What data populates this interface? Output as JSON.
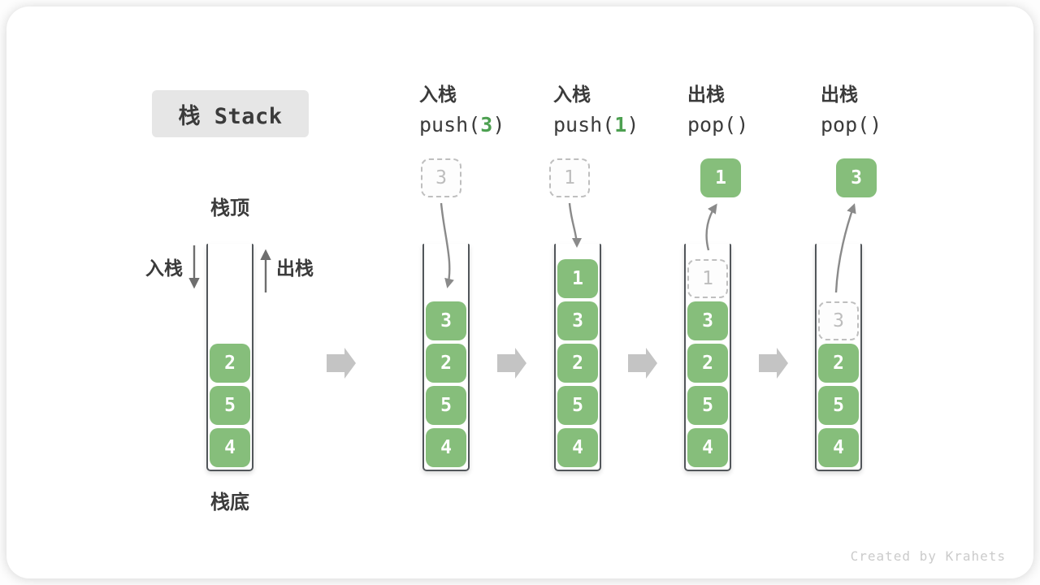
{
  "title": {
    "text": "栈 Stack"
  },
  "labels": {
    "stack_top": "栈顶",
    "stack_bottom": "栈底",
    "push": "入栈",
    "pop": "出栈"
  },
  "watermark": "Created by Krahets",
  "colors": {
    "cell_green": "#86BE7B",
    "code_arg_green": "#4DA051",
    "wall_dark": "#52565A",
    "flow_arrow_gray": "#C4C4C4",
    "motion_arrow_gray": "#8A8A8A",
    "ghost_gray": "#BDBDBD",
    "title_bg": "#E6E6E6",
    "text_dark": "#3B3B3B",
    "watermark_gray": "#CBCBCB"
  },
  "columns": [
    {
      "name": "initial-stack",
      "cells": [
        {
          "value": "2",
          "state": "solid"
        },
        {
          "value": "5",
          "state": "solid"
        },
        {
          "value": "4",
          "state": "solid"
        }
      ]
    },
    {
      "name": "push-3",
      "header": {
        "op": "入栈",
        "code_pre": "push(",
        "code_arg": "3",
        "code_post": ")"
      },
      "floating": {
        "value": "3",
        "state": "ghost"
      },
      "cells": [
        {
          "value": "3",
          "state": "solid"
        },
        {
          "value": "2",
          "state": "solid"
        },
        {
          "value": "5",
          "state": "solid"
        },
        {
          "value": "4",
          "state": "solid"
        }
      ]
    },
    {
      "name": "push-1",
      "header": {
        "op": "入栈",
        "code_pre": "push(",
        "code_arg": "1",
        "code_post": ")"
      },
      "floating": {
        "value": "1",
        "state": "ghost"
      },
      "cells": [
        {
          "value": "1",
          "state": "solid"
        },
        {
          "value": "3",
          "state": "solid"
        },
        {
          "value": "2",
          "state": "solid"
        },
        {
          "value": "5",
          "state": "solid"
        },
        {
          "value": "4",
          "state": "solid"
        }
      ]
    },
    {
      "name": "pop-1",
      "header": {
        "op": "出栈",
        "code_pre": "pop()",
        "code_arg": "",
        "code_post": ""
      },
      "floating": {
        "value": "1",
        "state": "solid"
      },
      "cells": [
        {
          "value": "1",
          "state": "ghost"
        },
        {
          "value": "3",
          "state": "solid"
        },
        {
          "value": "2",
          "state": "solid"
        },
        {
          "value": "5",
          "state": "solid"
        },
        {
          "value": "4",
          "state": "solid"
        }
      ]
    },
    {
      "name": "pop-2",
      "header": {
        "op": "出栈",
        "code_pre": "pop()",
        "code_arg": "",
        "code_post": ""
      },
      "floating": {
        "value": "3",
        "state": "solid"
      },
      "cells": [
        {
          "value": "3",
          "state": "ghost"
        },
        {
          "value": "2",
          "state": "solid"
        },
        {
          "value": "5",
          "state": "solid"
        },
        {
          "value": "4",
          "state": "solid"
        }
      ]
    }
  ]
}
